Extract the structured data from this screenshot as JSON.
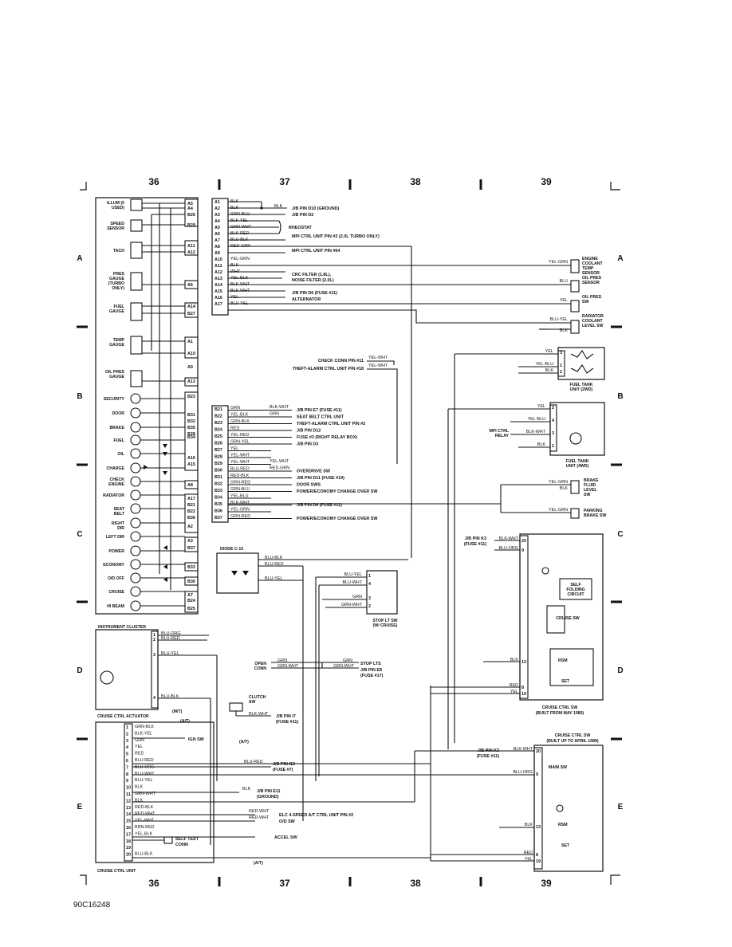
{
  "footer": {
    "figure_id": "90C16248"
  },
  "grid": {
    "columns": [
      "36",
      "37",
      "38",
      "39"
    ],
    "rows": [
      "A",
      "B",
      "C",
      "D",
      "E"
    ]
  },
  "instrument_cluster": {
    "title": "INSTRUMENT CLUSTER",
    "gauges": [
      {
        "label": "ILLUM (5 USED)",
        "pins": [
          "A5",
          "A4",
          "B26"
        ]
      },
      {
        "label": "SPEED SENSOR",
        "pins": [
          "B29"
        ]
      },
      {
        "label": "TACH",
        "pins": [
          "A11",
          "A12"
        ]
      },
      {
        "label": "PRES GAUGE (TURBO ONLY)",
        "pins": [
          "A6"
        ]
      },
      {
        "label": "FUEL GAUGE",
        "pins": [
          "A14",
          "B27"
        ]
      },
      {
        "label": "TEMP GAUGE",
        "pins": [
          "A1",
          "A10"
        ]
      },
      {
        "label": "OIL PRES GAUGE",
        "pins": [
          "A13"
        ]
      }
    ],
    "indicators": [
      {
        "label": "SECURITY",
        "pin": "B23"
      },
      {
        "label": "DOOR",
        "pin": "B31"
      },
      {
        "label": "BRAKE",
        "pin": "B35"
      },
      {
        "label": "FUEL",
        "pin": "B34"
      },
      {
        "label": "OIL",
        "pin": "A16"
      },
      {
        "label": "CHARGE",
        "pin": "A15"
      },
      {
        "label": "CHECK ENGINE",
        "pin": "A8"
      },
      {
        "label": "RADIATOR",
        "pin": "A17"
      },
      {
        "label": "SEAT BELT",
        "pin": "B21"
      },
      {
        "label": "RIGHT DIR",
        "pin": "B36"
      },
      {
        "label": "LEFT DIR",
        "pin": "A3"
      },
      {
        "label": "POWER",
        "pin": "B37"
      },
      {
        "label": "ECONOMY",
        "pin": "B33"
      },
      {
        "label": "O/D OFF",
        "pin": "B30"
      },
      {
        "label": "CRUISE",
        "pin": "A7"
      },
      {
        "label": "HI BEAM",
        "pin": "B25"
      }
    ],
    "extra_pins": [
      "B32",
      "B28",
      "B22",
      "A2",
      "B24",
      "A9"
    ]
  },
  "connector_a": [
    {
      "pin": "A1",
      "wire": "BLK",
      "dest": ""
    },
    {
      "pin": "A2",
      "wire": "BLK",
      "dest": "J/B PIN D10 (GROUND)"
    },
    {
      "pin": "A3",
      "wire": "GRN-BLU",
      "dest": "J/B PIN D2"
    },
    {
      "pin": "A4",
      "wire": "BLK-YEL",
      "dest": ""
    },
    {
      "pin": "A5",
      "wire": "GRN-WHT",
      "dest": "RHEOSTAT"
    },
    {
      "pin": "A6",
      "wire": "BLK-RED",
      "dest": ""
    },
    {
      "pin": "A7",
      "wire": "BLU-BLK",
      "dest": "MPI CTRL UNIT PIN #3 (2.0L TURBO ONLY)"
    },
    {
      "pin": "A8",
      "wire": "RED-GRN",
      "dest": "MPI CTRL UNIT PIN #64"
    },
    {
      "pin": "A9",
      "wire": "",
      "dest": ""
    },
    {
      "pin": "A10",
      "wire": "YEL-GRN",
      "dest": ""
    },
    {
      "pin": "A11",
      "wire": "BLK",
      "dest": ""
    },
    {
      "pin": "A12",
      "wire": "WHT",
      "dest": "CRC FILTER (1.8L),"
    },
    {
      "pin": "A13",
      "wire": "YEL-BLK",
      "dest": "NOISE FILTER (2.0L)"
    },
    {
      "pin": "A14",
      "wire": "BLK-WHT",
      "dest": "J/B PIN D6 (FUSE #11)"
    },
    {
      "pin": "A15",
      "wire": "BLK-WHT",
      "dest": "ALTERNATOR"
    },
    {
      "pin": "A16",
      "wire": "YEL",
      "dest": ""
    },
    {
      "pin": "A17",
      "wire": "BLU-YEL",
      "dest": ""
    }
  ],
  "connector_b": [
    {
      "pin": "B21",
      "wire": "GRN",
      "wire2": "BLK-WHT",
      "dest": "J/B PIN E7 (FUSE #11)"
    },
    {
      "pin": "B22",
      "wire": "YEL-BLK",
      "wire2": "GRN",
      "dest": "SEAT BELT CTRL UNIT"
    },
    {
      "pin": "B23",
      "wire": "GRN-BLK",
      "wire2": "",
      "dest": "THEFT-ALARM CTRL UNIT PIN #2"
    },
    {
      "pin": "B24",
      "wire": "RED",
      "wire2": "",
      "dest": "J/B PIN D12"
    },
    {
      "pin": "B25",
      "wire": "YEL-RED",
      "wire2": "",
      "dest": "FUSE #3 (RIGHT RELAY BOX)"
    },
    {
      "pin": "B26",
      "wire": "GRN-YEL",
      "wire2": "",
      "dest": "J/B PIN D3"
    },
    {
      "pin": "B27",
      "wire": "YEL",
      "wire2": "",
      "dest": ""
    },
    {
      "pin": "B28",
      "wire": "YEL-WHT",
      "wire2": "",
      "dest": ""
    },
    {
      "pin": "B29",
      "wire": "YEL-WHT",
      "wire2": "YEL-WHT",
      "dest": ""
    },
    {
      "pin": "B30",
      "wire": "BLU-RED",
      "wire2": "RED-GRN",
      "dest": "OVERDRIVE SW"
    },
    {
      "pin": "B31",
      "wire": "RED-BLK",
      "wire2": "",
      "dest": "J/B PIN D11 (FUSE #19)"
    },
    {
      "pin": "B32",
      "wire": "GRN-RED",
      "wire2": "",
      "dest": "DOOR SWS"
    },
    {
      "pin": "B33",
      "wire": "GRN-BLU",
      "wire2": "",
      "dest": "POWER/ECONOMY CHANGE OVER SW"
    },
    {
      "pin": "B34",
      "wire": "YEL-BLU",
      "wire2": "",
      "dest": ""
    },
    {
      "pin": "B35",
      "wire": "BLK-WHT",
      "wire2": "",
      "dest": "J/B PIN D6 (FUSE #11)"
    },
    {
      "pin": "B36",
      "wire": "YEL-GRN",
      "wire2": "",
      "dest": ""
    },
    {
      "pin": "B37",
      "wire": "GRN-RED",
      "wire2": "",
      "dest": "POWER/ECONOMY CHANGE OVER SW"
    }
  ],
  "check_conn": {
    "label1": "CHECK CONN PIN #11",
    "label2": "THEFT-ALARM CTRL UNIT PIN #18",
    "wire1": "YEL-WHT",
    "wire2": "YEL-WHT"
  },
  "sensors_right": [
    {
      "label": "ENGINE COOLANT TEMP SENSOR",
      "wire": "YEL-GRN"
    },
    {
      "label": "OIL PRES SENSOR",
      "wire": "BLU"
    },
    {
      "label": "OIL PRES SW",
      "wire": "YEL"
    },
    {
      "label": "RADIATOR COOLANT LEVEL SW",
      "wire": "BLU-YEL",
      "wire2": "BLK"
    }
  ],
  "fuel_tank_2wd": {
    "label": "FUEL TANK UNIT (2WD)",
    "wires": [
      "YEL",
      "YEL-BLU",
      "BLK"
    ],
    "pins": [
      "3",
      "1",
      "2"
    ]
  },
  "fuel_tank_4wd": {
    "label": "FUEL TANK UNIT (4WD)",
    "wires": [
      "YEL",
      "YEL-BLU",
      "BLK-WHT",
      "BLK"
    ],
    "pins": [
      "2",
      "4",
      "3",
      "1"
    ],
    "relay": "MPI CTRL RELAY"
  },
  "brake_fluid": {
    "label": "BRAKE FLUID LEVEL SW",
    "wire": "YEL-GRN",
    "wire2": "BLK"
  },
  "parking_brake": {
    "label": "PARKING BRAKE SW",
    "wire": "YEL-GRN"
  },
  "diode": {
    "label": "DIODE C-10",
    "wires": [
      "BLU-BLK",
      "BLU-RED",
      "BLU-YEL"
    ]
  },
  "stop_lt": {
    "label": "STOP LT SW (W/ CRUISE)",
    "wires": [
      "BLU-YEL",
      "BLU-WHT",
      "GRN",
      "GRN-WHT"
    ],
    "pins": [
      "1",
      "4",
      "3",
      "2"
    ]
  },
  "open_conn": {
    "label": "OPEN CONN",
    "wires": [
      "GRN",
      "GRN-WHT"
    ],
    "dest1": "STOP LTS",
    "dest2": "J/B PIN E8 (FUSE #17)"
  },
  "clutch": {
    "label": "CLUTCH SW",
    "wire": "BLK-WHT",
    "dest": "J/B PIN I7 (FUSE #11)"
  },
  "actuator": {
    "label": "CRUISE CTRL ACTUATOR",
    "wires": [
      "BLU-ORG",
      "BLU-RED",
      "BLU-YEL",
      "BLU-BLK"
    ],
    "pins": [
      "1",
      "2",
      "3",
      "4"
    ]
  },
  "mt_label": "(M/T)",
  "at_label": "(A/T)",
  "cruise_unit": {
    "label": "CRUISE CTRL UNIT",
    "pins": [
      {
        "pin": "1",
        "wire": "GRN-BLK"
      },
      {
        "pin": "2",
        "wire": "BLK-YEL"
      },
      {
        "pin": "3",
        "wire": "GRN"
      },
      {
        "pin": "4",
        "wire": "YEL"
      },
      {
        "pin": "5",
        "wire": "RED"
      },
      {
        "pin": "6",
        "wire": "BLU-RED"
      },
      {
        "pin": "7",
        "wire": "BLU-ORG"
      },
      {
        "pin": "8",
        "wire": "BLU-WHT"
      },
      {
        "pin": "9",
        "wire": "BLU-YEL"
      },
      {
        "pin": "10",
        "wire": "BLK"
      },
      {
        "pin": "11",
        "wire": "GRN-WHT"
      },
      {
        "pin": "12",
        "wire": "BLK"
      },
      {
        "pin": "13",
        "wire": "RED-BLK"
      },
      {
        "pin": "14",
        "wire": "RED-WHT"
      },
      {
        "pin": "15",
        "wire": "YEL-WHT"
      },
      {
        "pin": "16",
        "wire": "BRN-RED"
      },
      {
        "pin": "17",
        "wire": "YEL-BLK"
      },
      {
        "pin": "18",
        "wire": ""
      },
      {
        "pin": "19",
        "wire": ""
      },
      {
        "pin": "20",
        "wire": "BLU-BLK"
      }
    ],
    "dests": {
      "ign": "IGN SW",
      "jb_i13": "J/B PIN I13",
      "fuse7": "(FUSE #7)",
      "jb_e11": "J/B PIN E11",
      "ground": "(GROUND)",
      "elc": "ELC 4-SPEED A/T CTRL UNIT PIN #2",
      "od": "O/D SW",
      "accel": "ACCEL SW",
      "self_test": "SELF TEST CONN",
      "w_red_wht1": "RED-WHT",
      "w_red_wht2": "RED-WHT",
      "w_blu_red": "BLU-RED",
      "w_blk": "BLK"
    }
  },
  "cruise_sw_new": {
    "label": "CRUISE CTRL SW (BUILT FROM MAY 1989)",
    "jb": "J/B PIN K3 (FUSE #11)",
    "wires": [
      "BLK-WHT",
      "BLU-ORG",
      "BLK",
      "RED",
      "YEL"
    ],
    "pins": [
      "20",
      "9",
      "13",
      "8",
      "19"
    ],
    "parts": [
      "SELF FOLDING CIRCUIT",
      "CRUISE SW",
      "RSM",
      "SET"
    ]
  },
  "cruise_sw_old": {
    "label": "CRUISE CTRL SW (BUILT UP TO APRIL 1989)",
    "jb": "J/B PIN K3 (FUSE #11)",
    "wires": [
      "BLK-WHT",
      "BLU-ORG",
      "BLK",
      "RED",
      "YEL"
    ],
    "pins": [
      "20",
      "9",
      "13",
      "8",
      "19"
    ],
    "parts": [
      "MAIN SW",
      "RSM",
      "SET"
    ]
  }
}
